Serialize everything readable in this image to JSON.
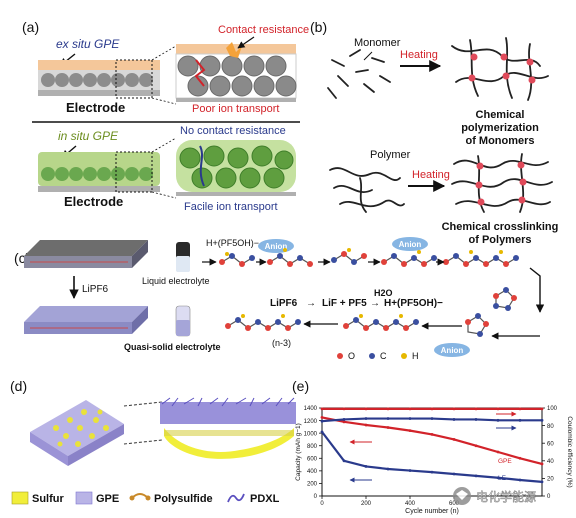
{
  "panels": {
    "a": {
      "tag": "(a)",
      "ex_situ": "ex situ GPE",
      "contact_resistance": "Contact resistance",
      "poor_transport": "Poor ion transport",
      "electrode1": "Electrode",
      "in_situ": "in situ GPE",
      "no_contact_resistance": "No contact resistance",
      "facile_transport": "Facile ion transport",
      "electrode2": "Electrode"
    },
    "b": {
      "tag": "(b)",
      "monomer": "Monomer",
      "heating1": "Heating",
      "caption1_line1": "Chemical",
      "caption1_line2": "polymerization",
      "caption1_line3": "of Monomers",
      "polymer": "Polymer",
      "heating2": "Heating",
      "caption2_line1": "Chemical crosslinking",
      "caption2_line2": "of Polymers"
    },
    "c": {
      "tag": "(c)",
      "lipf6_down": "LiPF6",
      "liquid_electrolyte": "Liquid electrolyte",
      "quasi_solid": "Quasi-solid electrolyte",
      "initiator": "H+(PF5OH)−",
      "anion1": "Anion",
      "anion2": "Anion",
      "anion3": "Anion",
      "reaction_lipf6": "LiPF6",
      "reaction_arrow": "→",
      "reaction_lif": "LiF  +  PF5",
      "reaction_h2o": "H2O",
      "reaction_product": "H+(PF5OH)−",
      "chain_repeat": "(n-3)",
      "legend_o": "O",
      "legend_c": "C",
      "legend_h": "H"
    },
    "d": {
      "tag": "(d)",
      "legend": [
        "Sulfur",
        "GPE",
        "Polysulfide",
        "PDXL"
      ]
    },
    "e": {
      "tag": "(e)",
      "ylabel_left": "Capacity (mAh g−1)",
      "ylabel_right": "Coulombic efficiency (%)",
      "xlabel": "Cycle number (n)",
      "label_gpe": "GPE",
      "label_le": "LE",
      "y_ticks_left": [
        "1400",
        "1200",
        "1000",
        "800",
        "600",
        "400",
        "200",
        "0"
      ],
      "y_ticks_right": [
        "100",
        "80",
        "60",
        "40",
        "20",
        "0"
      ],
      "x_ticks": [
        "0",
        "200",
        "400",
        "600"
      ]
    },
    "watermark": "电化学能源"
  },
  "colors": {
    "red": "#d2232a",
    "navy": "#2a3a8c",
    "gpe_green": "#b7d68a",
    "particle_gray": "#8c8c8c",
    "electrode_gray": "#c8c8c8",
    "anion_blue": "#86b5e3",
    "sulfur_yellow": "#f1ee3a",
    "gpe_purple": "#9b93d6"
  },
  "chart_data": {
    "type": "line",
    "x": [
      0,
      100,
      200,
      300,
      400,
      500,
      600,
      700,
      800,
      900,
      1000
    ],
    "xlim": [
      0,
      1000
    ],
    "ylim_left": [
      0,
      1400
    ],
    "ylim_right": [
      0,
      100
    ],
    "series": [
      {
        "name": "GPE",
        "axis": "left",
        "values": [
          1250,
          1180,
          1130,
          1090,
          1040,
          980,
          900,
          800,
          700,
          600,
          510
        ]
      },
      {
        "name": "LE",
        "axis": "left",
        "values": [
          1020,
          560,
          470,
          430,
          405,
          380,
          350,
          320,
          290,
          255,
          225
        ]
      },
      {
        "axis": "right",
        "values": [
          99,
          99,
          99,
          99,
          99,
          99,
          99,
          99,
          99,
          99,
          99
        ]
      },
      {
        "axis": "right",
        "values": [
          85,
          87,
          88,
          88,
          88,
          88,
          87,
          87,
          86,
          86,
          86
        ]
      }
    ]
  }
}
